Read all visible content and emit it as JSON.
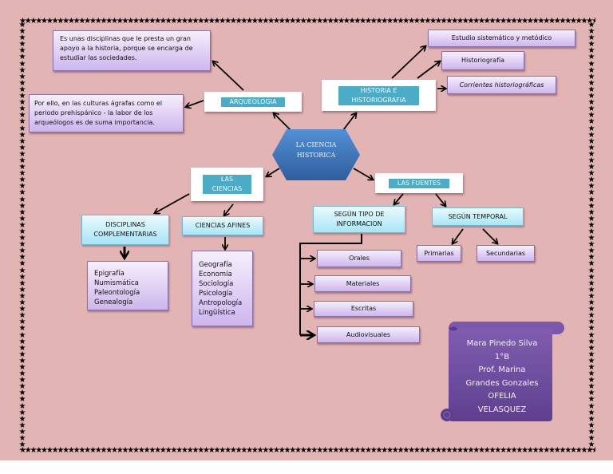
{
  "diagram": {
    "center": {
      "label_line1": "LA CIENCIA",
      "label_line2": "HISTORICA"
    },
    "arqueologia": {
      "label": "ARQUEOLOGIA",
      "note_top": "Es unas disciplinas que le presta un gran apoyo a la historia, porque se encarga de estudiar las sociedades.",
      "note_left": "Por ello, en las culturas ágrafas como el periodo prehispánico - la labor de los arqueólogos es de suma importancia."
    },
    "historia": {
      "label_line1": "HISTORIA E",
      "label_line2": "HISTORIOGRAFIA",
      "children": [
        "Estudio sistemático y metódico",
        "Historiografía",
        "Corrientes historiográficas"
      ]
    },
    "ciencias": {
      "label_line1": "LAS",
      "label_line2": "CIENCIAS",
      "complementarias": {
        "label_line1": "DISCIPLINAS",
        "label_line2": "COMPLEMENTARIAS",
        "items": [
          "Epigrafía",
          "Numismática",
          "Paleontología",
          "Genealogía"
        ]
      },
      "afines": {
        "label": "CIENCIAS AFINES",
        "items": [
          "Geografía",
          "Economía",
          "Sociología",
          "Psicología",
          "Antropología",
          "Lingüística"
        ]
      }
    },
    "fuentes": {
      "label": "LAS FUENTES",
      "tipo": {
        "label_line1": "SEGÚN TIPO DE",
        "label_line2": "INFORMACION",
        "items": [
          "Orales",
          "Materiales",
          "Escritas",
          "Audiovisuales"
        ]
      },
      "temporal": {
        "label": "SEGÚN TEMPORAL",
        "items": [
          "Primarias",
          "Secundarias"
        ]
      }
    }
  },
  "credits": {
    "lines": [
      "Mara Pinedo Silva",
      "1°B",
      "Prof. Marina",
      "Grandes Gonzales",
      "OFELIA",
      "VELASQUEZ"
    ]
  },
  "colors": {
    "background": "#e3b4b4",
    "teal": "#4aacc6",
    "hexagon": "#3d72b8",
    "scroll": "#7250a0"
  }
}
